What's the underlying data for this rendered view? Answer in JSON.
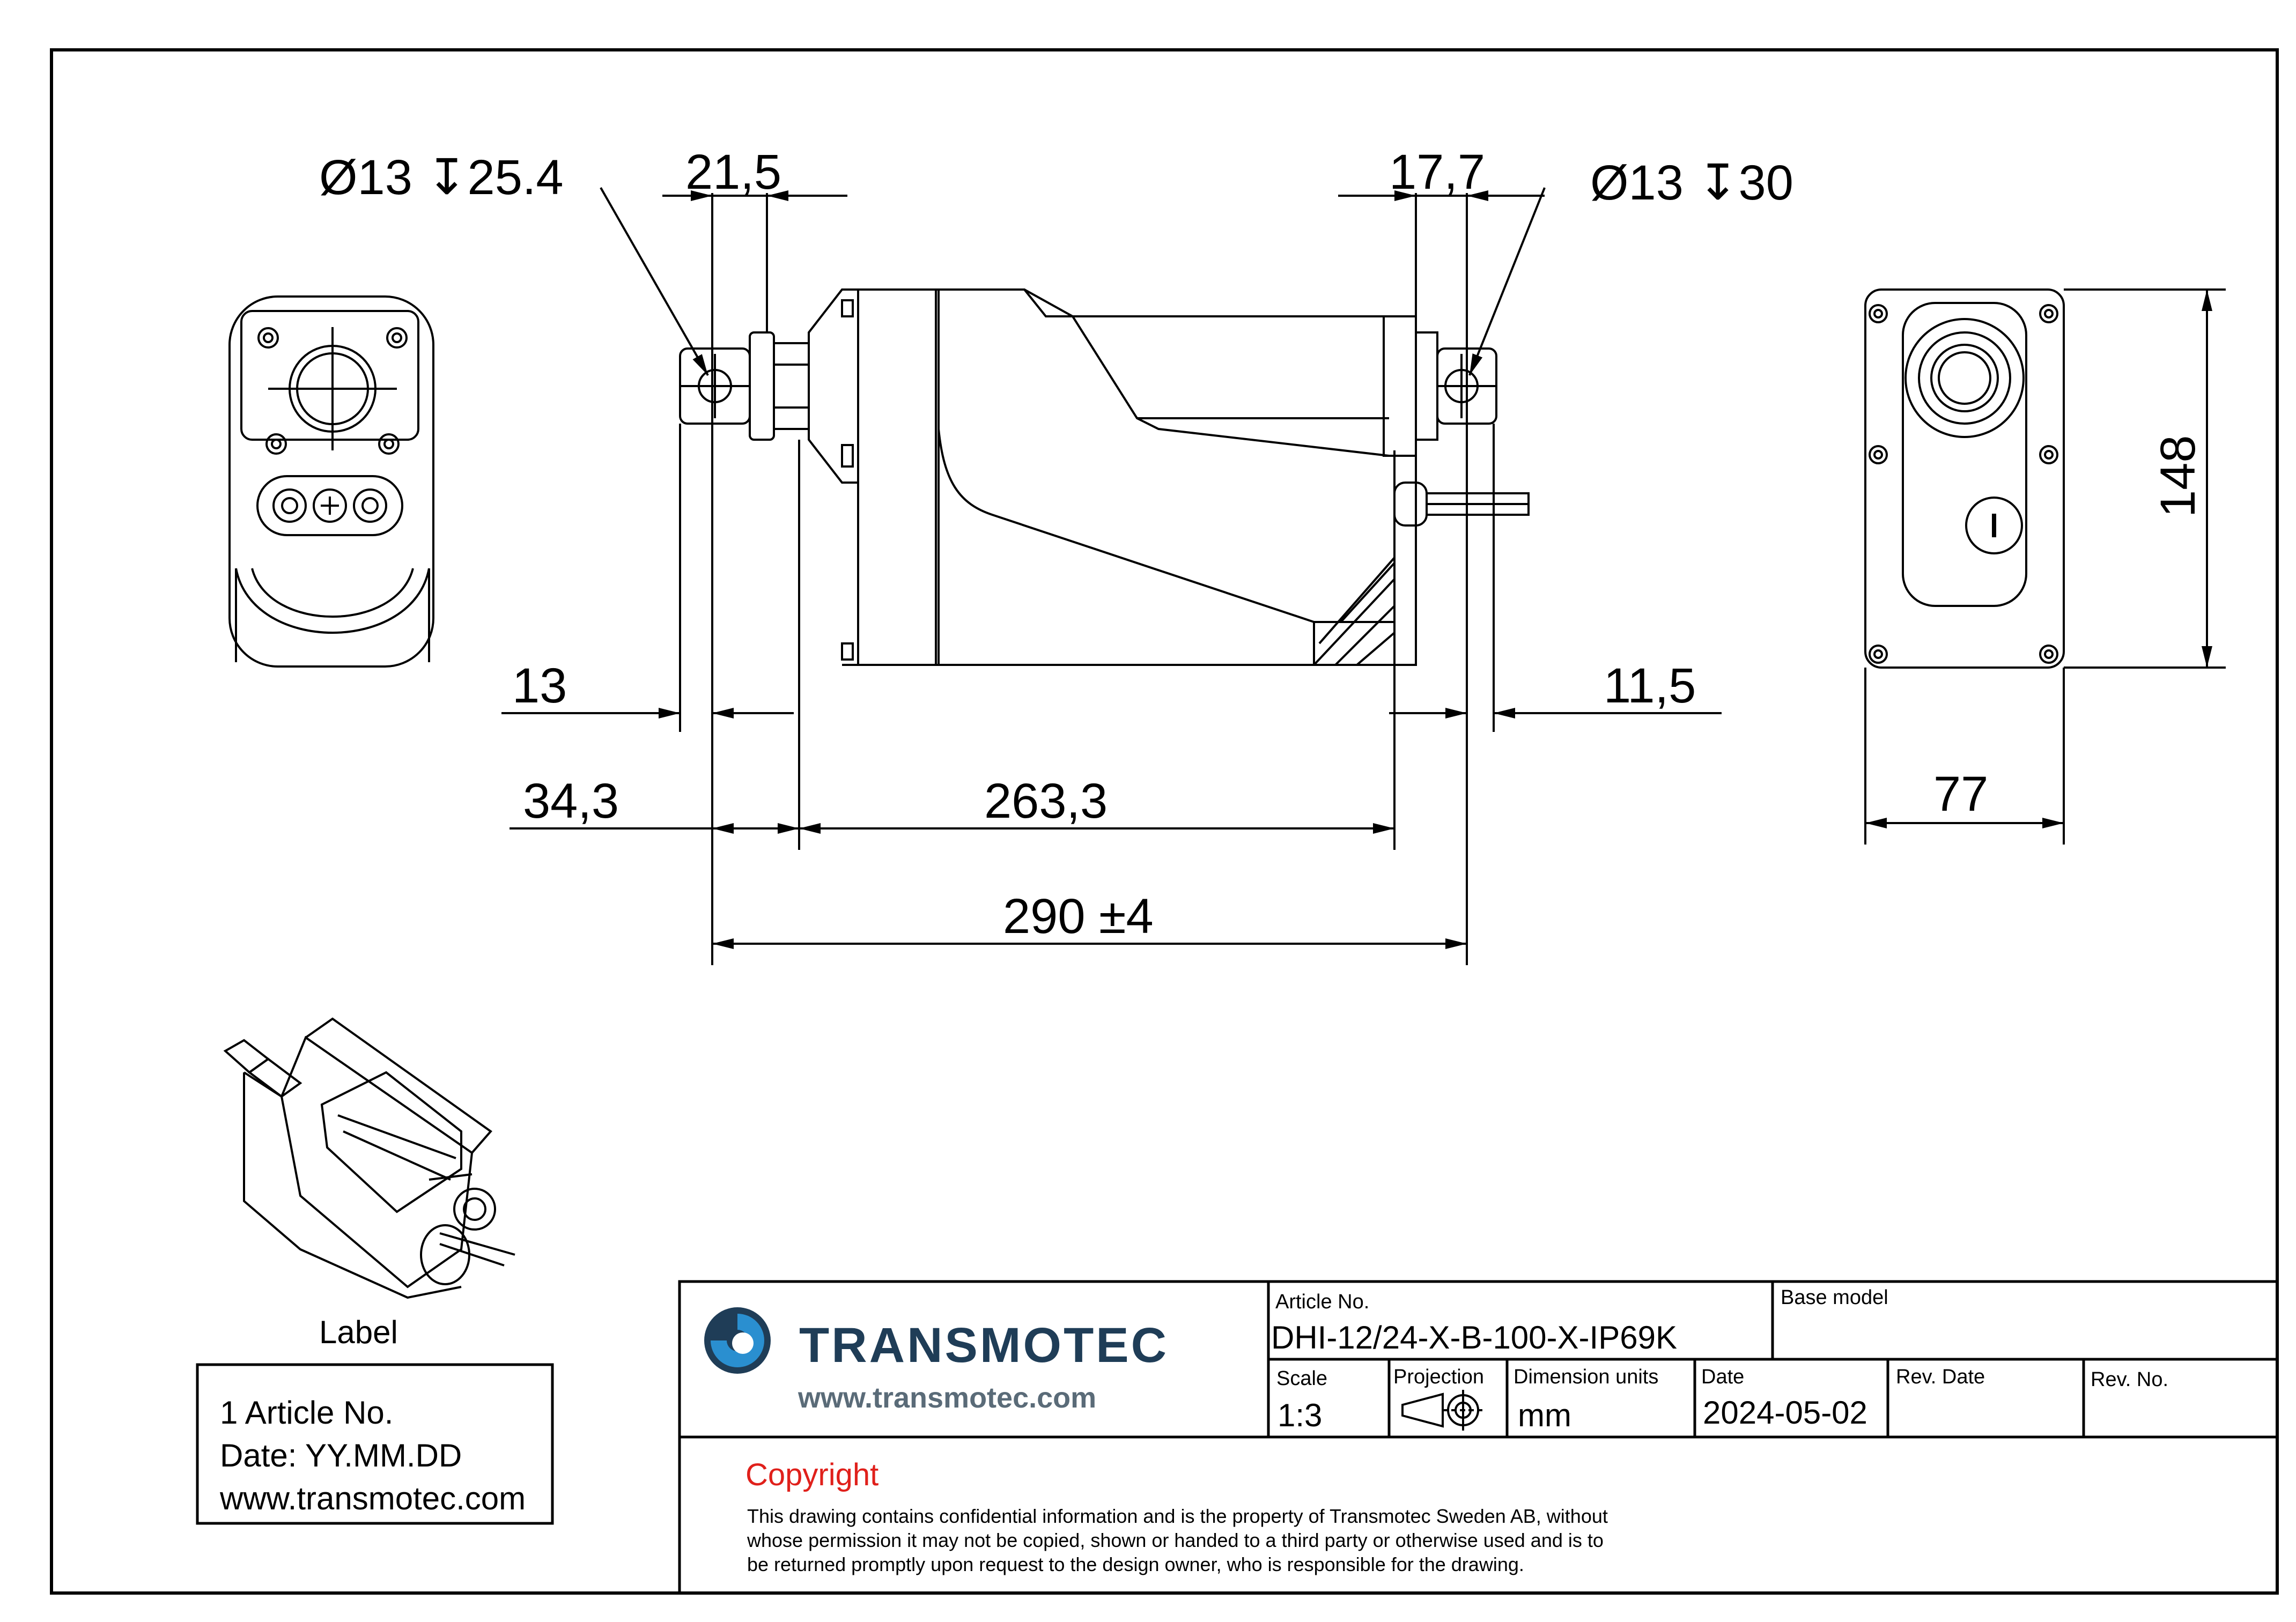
{
  "dimensions": {
    "hole_left": "Ø13 ↧25.4",
    "hole_right": "Ø13 ↧30",
    "d_21_5": "21,5",
    "d_17_7": "17,7",
    "d_13": "13",
    "d_11_5": "11,5",
    "d_34_3": "34,3",
    "d_263_3": "263,3",
    "d_290": "290 ±4",
    "d_148": "148",
    "d_77": "77"
  },
  "label": {
    "caption": "Label",
    "lines": [
      "1 Article No.",
      "Date: YY.MM.DD",
      "www.transmotec.com"
    ]
  },
  "title_block": {
    "logo_text": "TRANSMOTEC",
    "logo_url": "www.transmotec.com",
    "article_no_label": "Article No.",
    "article_no": "DHI-12/24-X-B-100-X-IP69K",
    "base_model_label": "Base model",
    "scale_label": "Scale",
    "scale": "1:3",
    "projection_label": "Projection",
    "dimension_units_label": "Dimension units",
    "dimension_units": "mm",
    "date_label": "Date",
    "date": "2024-05-02",
    "rev_date_label": "Rev. Date",
    "rev_no_label": "Rev. No.",
    "copyright_title": "Copyright",
    "copyright_lines": [
      "This drawing contains confidential information and is the property of Transmotec Sweden AB, without",
      "whose permission it may not be copied, shown or handed to a third party or otherwise used and is to",
      "be returned promptly upon request to the design owner, who is responsible for the drawing."
    ]
  },
  "colors": {
    "line": "#000000",
    "copyright": "#e0201b",
    "logo_dark": "#1f3d57",
    "logo_blue": "#2a8fd0"
  }
}
